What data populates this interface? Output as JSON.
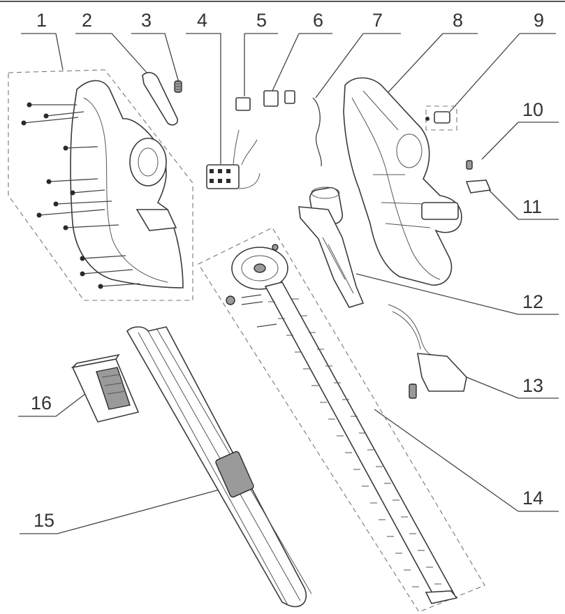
{
  "diagram": {
    "callouts": [
      {
        "id": "1",
        "label": "1"
      },
      {
        "id": "2",
        "label": "2"
      },
      {
        "id": "3",
        "label": "3"
      },
      {
        "id": "4",
        "label": "4"
      },
      {
        "id": "5",
        "label": "5"
      },
      {
        "id": "6",
        "label": "6"
      },
      {
        "id": "7",
        "label": "7"
      },
      {
        "id": "8",
        "label": "8"
      },
      {
        "id": "9",
        "label": "9"
      },
      {
        "id": "10",
        "label": "10"
      },
      {
        "id": "11",
        "label": "11"
      },
      {
        "id": "12",
        "label": "12"
      },
      {
        "id": "13",
        "label": "13"
      },
      {
        "id": "14",
        "label": "14"
      },
      {
        "id": "15",
        "label": "15"
      },
      {
        "id": "16",
        "label": "16"
      }
    ],
    "colors": {
      "line": "#444444",
      "text": "#333333",
      "fill_dark": "#9a9a9a"
    }
  }
}
